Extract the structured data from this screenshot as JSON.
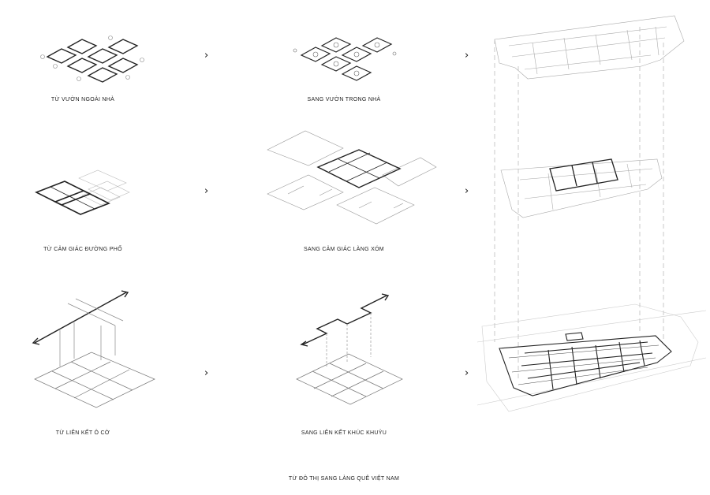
{
  "rows": [
    {
      "left_caption": "TỪ VƯỜN NGOÀI NHÀ",
      "right_caption": "SANG VƯỜN TRONG NHÀ"
    },
    {
      "left_caption": "TỪ CẢM GIÁC ĐƯỜNG PHỐ",
      "right_caption": "SANG CẢM GIÁC LÀNG XÓM"
    },
    {
      "left_caption": "TỪ LIÊN KẾT Ô CỜ",
      "right_caption": "SANG LIÊN KẾT KHÚC KHUỶU"
    }
  ],
  "footer_caption": "TỪ ĐÔ THỊ SANG LÀNG QUÊ VIỆT NAM",
  "arrow_glyph": "›",
  "icons": [
    "chevron-right-icon"
  ],
  "colors": {
    "line": "#222222",
    "thin": "#8a8a8a",
    "faint": "#c4c4c4",
    "background": "#ffffff"
  }
}
